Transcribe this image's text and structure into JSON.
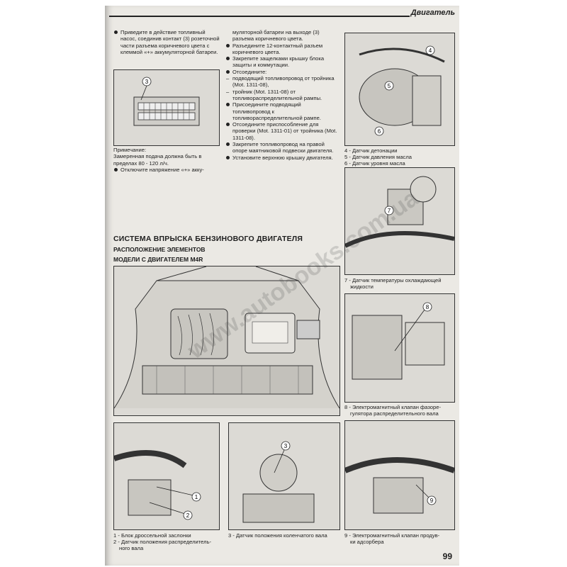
{
  "header": {
    "section_title": "Двигатель"
  },
  "col1": {
    "bullet1": "Приведите в действие топливный насос, соединив контакт (3) розеточной части разъема коричневого цвета с клеммой «+» аккумуляторной батареи.",
    "fig_callout": "3",
    "note_label": "Примечание:",
    "note_text": "Замеренная подача должна быть в пределах 80 - 120 л/ч.",
    "bullet2": "Отключите напряжение «+» акку-"
  },
  "col2": {
    "cont": "мулятoрной батареи на выходе (3) разъема коричневого цвета.",
    "items": [
      {
        "kind": "b",
        "text": "Разъедините 12-контактный разъем коричневого цвета."
      },
      {
        "kind": "b",
        "text": "Закрепите защелками крышку блока защиты и коммутации."
      },
      {
        "kind": "b",
        "text": "Отсоедините:"
      },
      {
        "kind": "d",
        "text": "подводящий топливопровод от тройника (Mot. 1311-08),"
      },
      {
        "kind": "d",
        "text": "тройник (Mot. 1311-08) от топливораспределительной рампы."
      },
      {
        "kind": "b",
        "text": "Присоедините подводящий топливопровод к топливораспределительной рампе."
      },
      {
        "kind": "b",
        "text": "Отсоедините приспособление для проверки (Mot. 1311-01) от тройника (Mot. 1311-08)."
      },
      {
        "kind": "b",
        "text": "Закрепите топливопровод на правой опоре маятниковой подвески двигателя."
      },
      {
        "kind": "b",
        "text": "Установите верхнюю крышку двигателя."
      }
    ]
  },
  "section": {
    "title": "СИСТЕМА ВПРЫСКА БЕНЗИНОВОГО ДВИГАТЕЛЯ",
    "subtitle": "РАСПОЛОЖЕНИЕ ЭЛЕМЕНТОВ",
    "models": "МОДЕЛИ С ДВИГАТЕЛЕМ M4R"
  },
  "right_captions": {
    "fig1_lines": [
      "4 - Датчик детонации",
      "5 - Датчик давления масла",
      "6 - Датчик уровня масла"
    ],
    "fig1_callouts": [
      "4",
      "5",
      "6"
    ],
    "fig2_lines": [
      "7 - Датчик температуры охлаждающей",
      "жидкости"
    ],
    "fig2_callout": "7",
    "fig3_lines": [
      "8 - Электромагнитный клапан фазоре-",
      "гулятора распределительного вала"
    ],
    "fig3_callout": "8"
  },
  "bottom_captions": {
    "left_lines": [
      "1 - Блок дроссельной заслонки",
      "2 - Датчик положения распределитель-",
      "ного вала"
    ],
    "left_callouts": [
      "1",
      "2"
    ],
    "mid_lines": [
      "3 - Датчик положения коленчатого вала"
    ],
    "mid_callout": "3",
    "right_lines": [
      "9 - Электромагнитный клапан продув-",
      "ки адсорбера"
    ],
    "right_callout": "9"
  },
  "watermark": "www.autobooks.com.ua",
  "page_number": "99"
}
